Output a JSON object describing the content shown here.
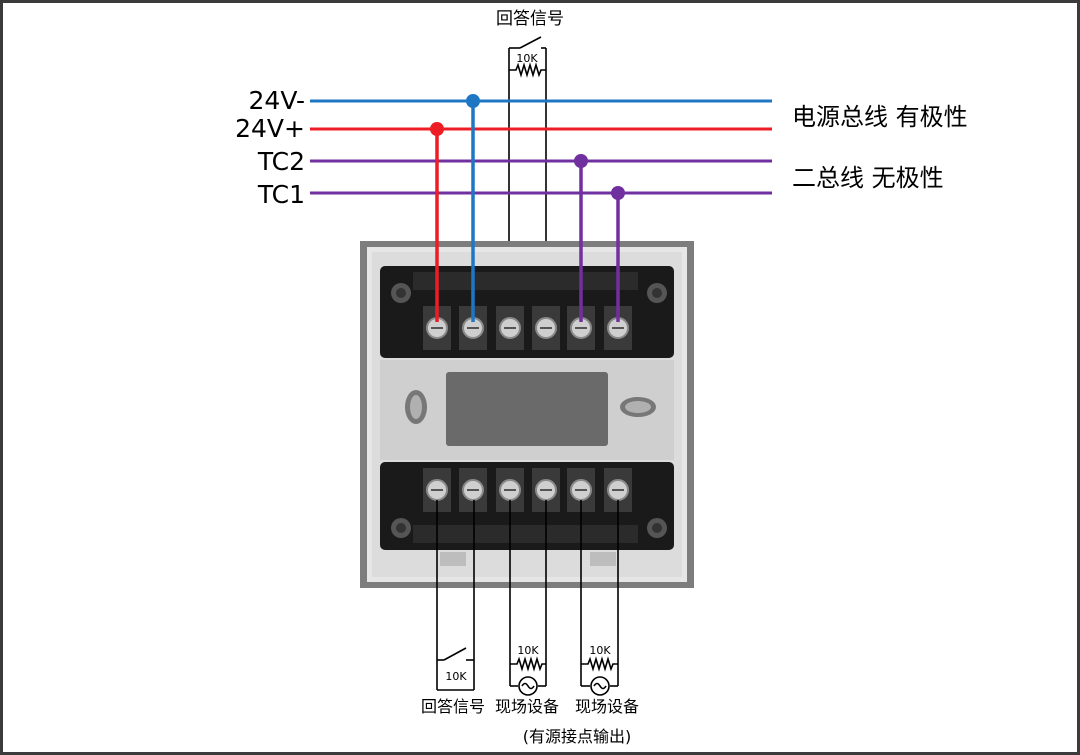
{
  "top_signal_label": "回答信号",
  "bus_labels": {
    "v_minus": "24V-",
    "v_plus": "24V+",
    "tc2": "TC2",
    "tc1": "TC1"
  },
  "bus_captions": {
    "power": "电源总线 有极性",
    "two_bus": "二总线 无极性"
  },
  "resistor_label": "10K",
  "switch_label": "10K",
  "bottom_labels": {
    "answer_signal": "回答信号",
    "field_device_1": "现场设备",
    "field_device_2": "现场设备",
    "active_note": "(有源接点输出)"
  },
  "colors": {
    "blue": "#1f77c4",
    "red": "#ee1c25",
    "purple": "#7030a0",
    "frame": "#3b3b3b"
  }
}
